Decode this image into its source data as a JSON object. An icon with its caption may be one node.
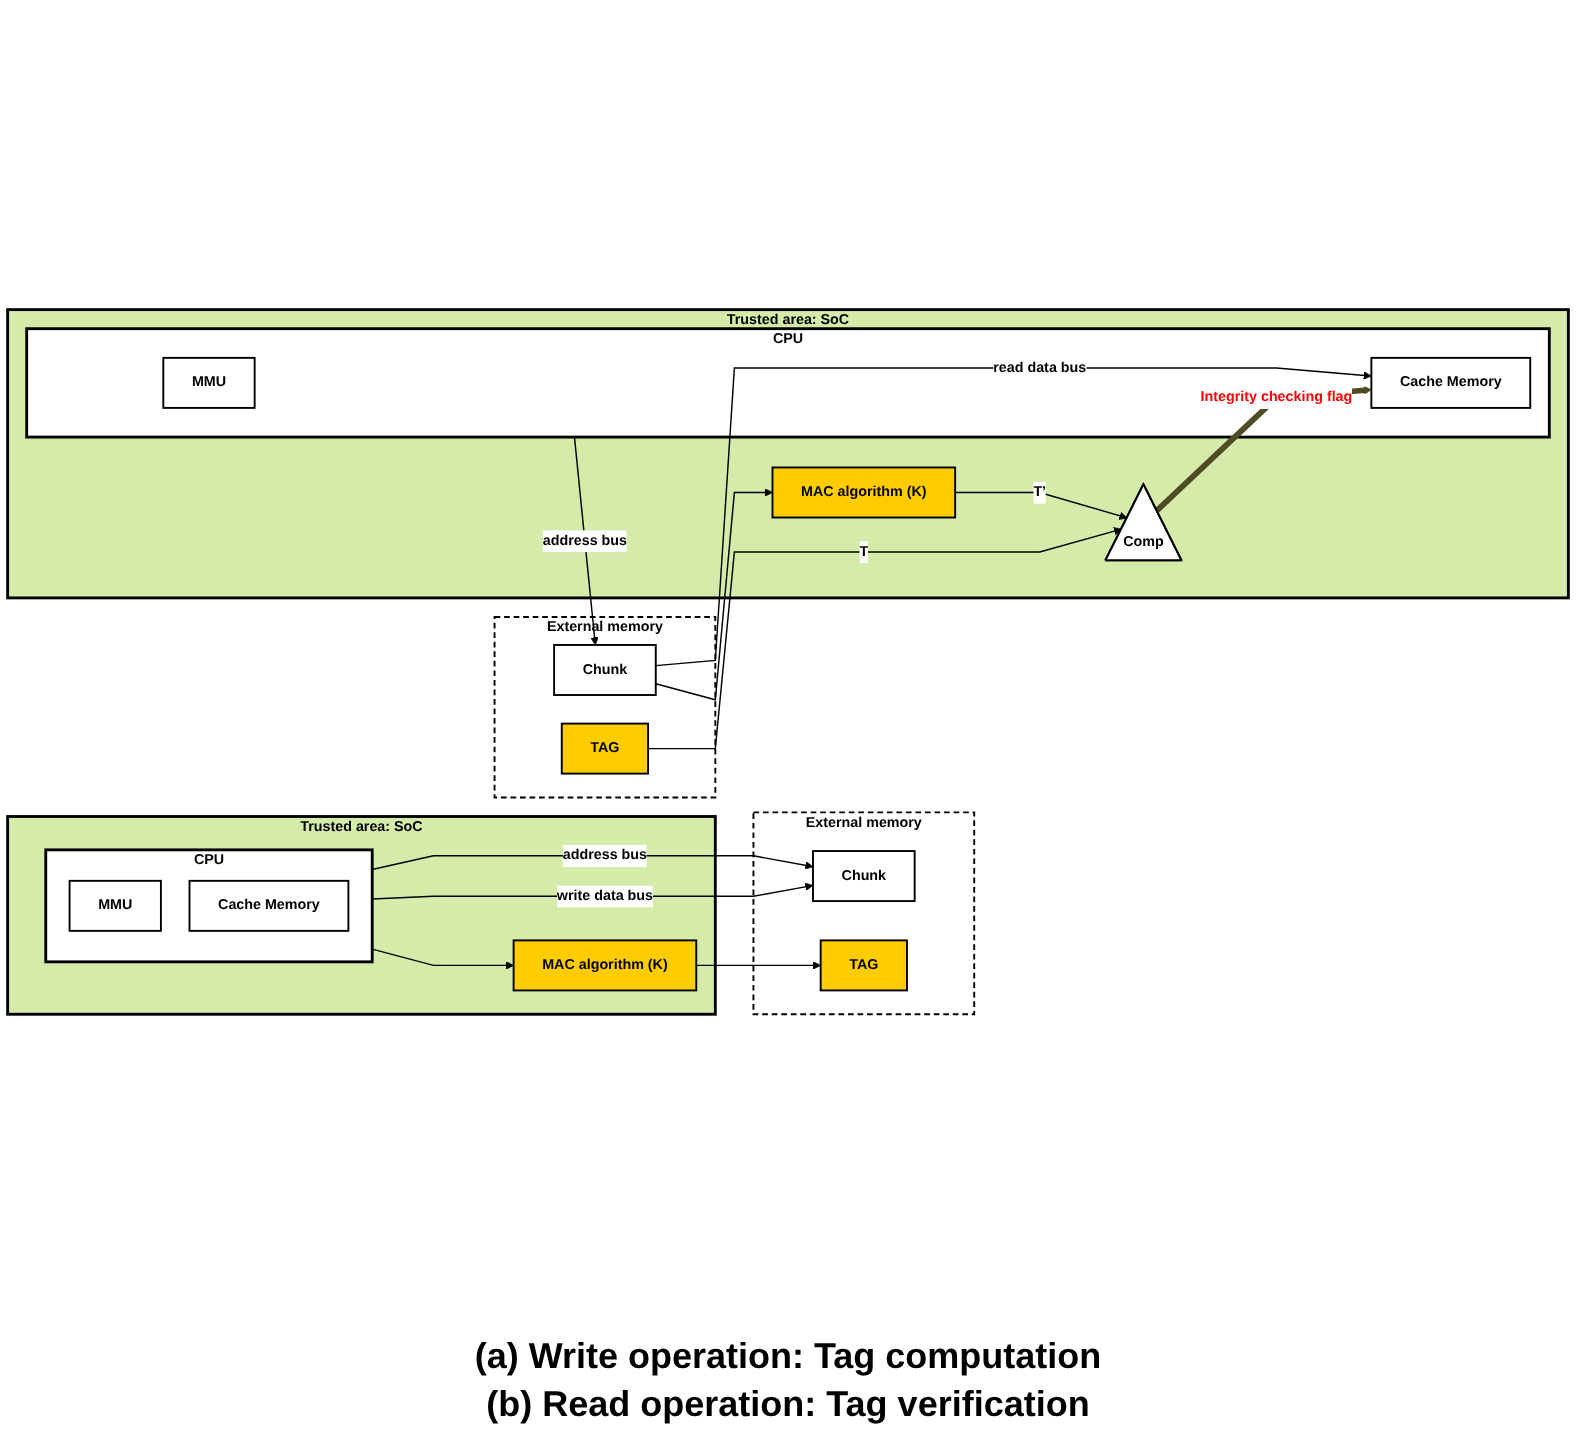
{
  "diagram": {
    "nodes": [
      {
        "text": [
          "Trusted area: SoC"
        ]
      },
      {
        "text": [
          "CPU"
        ],
        "in": 0
      },
      {
        "text": [
          "MMU"
        ],
        "in": 1
      },
      {
        "text": [
          "Cache Memory"
        ],
        "in": 1
      },
      {
        "text": [
          "MAC algorithm (K)"
        ],
        "in": 0
      },
      {
        "text": [
          "External memory"
        ]
      },
      {
        "text": [
          "Chunk"
        ],
        "in": 5
      },
      {
        "text": [
          "TAG"
        ],
        "in": 5
      },
      {
        "text": [
          "Trusted area: SoC"
        ]
      },
      {
        "text": [
          "CPU"
        ],
        "in": 8
      },
      {
        "text": [
          "MMU"
        ],
        "in": 9
      },
      {
        "text": [
          "Cache Memory"
        ],
        "in": 9
      },
      {
        "text": [
          "MAC algorithm (K)"
        ],
        "in": 8
      },
      {
        "text": [
          "Comp"
        ],
        "in": 8
      },
      {
        "text": [
          "External memory"
        ]
      },
      {
        "text": [
          "Chunk"
        ],
        "in": 14
      },
      {
        "text": [
          "TAG"
        ],
        "in": 14
      }
    ],
    "edges": [
      {
        "from": 1,
        "to": 6,
        "arrow": "to",
        "label": "address bus"
      },
      {
        "from": 1,
        "to": 6,
        "arrow": "to",
        "label": "write data bus"
      },
      {
        "from": 1,
        "to": 4,
        "arrow": "to"
      },
      {
        "from": 4,
        "to": 7,
        "arrow": "to"
      },
      {
        "from": 9,
        "to": 15,
        "arrow": "to",
        "label": "address bus"
      },
      {
        "from": 15,
        "to": 11,
        "arrow": "to",
        "label": "read data bus"
      },
      {
        "from": 15,
        "to": 12,
        "arrow": "to"
      },
      {
        "from": 12,
        "to": 13,
        "arrow": "to",
        "label": "T’"
      },
      {
        "from": 16,
        "to": 13,
        "arrow": "to",
        "label": "T"
      },
      {
        "from": 13,
        "to": 11,
        "arrow": "to",
        "label": "Integrity checking flag",
        "style": "thick",
        "color": "#4f4b22"
      }
    ],
    "labels": [
      "(a) Write operation: Tag computation",
      "(b) Read operation: Tag verification"
    ]
  }
}
